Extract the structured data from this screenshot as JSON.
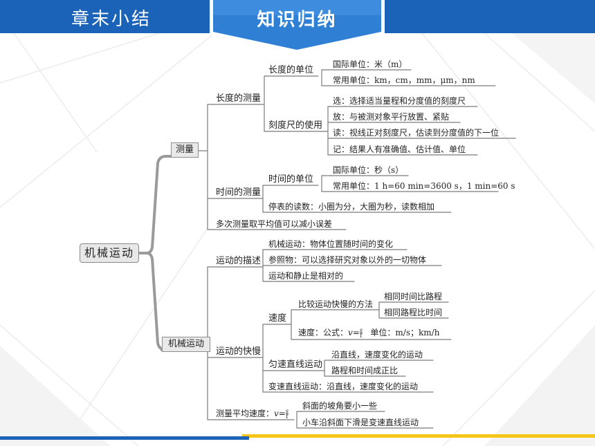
{
  "header": {
    "title": "章末小结",
    "badge": "知识归纳"
  },
  "colors": {
    "header": "#1a63b8",
    "accent": "#f5c518"
  },
  "diagram": {
    "root": "机械运动",
    "measure": {
      "label": "测量",
      "length": {
        "label": "长度的测量",
        "unit": {
          "label": "长度的单位",
          "items": [
            "国际单位：米（m）",
            "常用单位：km，cm，mm，μm，nm"
          ]
        },
        "ruler": {
          "label": "刻度尺的使用",
          "items": [
            "选：选择适当量程和分度值的刻度尺",
            "放：与被测对象平行放置、紧贴",
            "读：视线正对刻度尺，估读到分度值的下一位",
            "记：结果人有准确值、估计值、单位"
          ]
        }
      },
      "time": {
        "label": "时间的测量",
        "unit": {
          "label": "时间的单位",
          "items": [
            "国际单位：秒（s）",
            "常用单位：1 h=60 min=3600 s，1 min=60 s"
          ]
        },
        "stopwatch": "停表的读数：小圈为分，大圈为秒，读数相加"
      },
      "average": "多次测量取平均值可以减小误差"
    },
    "motion": {
      "label": "机械运动",
      "description": {
        "label": "运动的描述",
        "items": [
          "机械运动：物体位置随时间的变化",
          "参照物：可以选择研究对象以外的一切物体",
          "运动和静止是相对的"
        ]
      },
      "speed_section": {
        "label": "运动的快慢",
        "speed": {
          "label": "速度",
          "compare": {
            "label": "比较运动快慢的方法",
            "items": [
              "相同时间比路程",
              "相同路程比时间"
            ]
          },
          "formula_prefix": "速度：公式：",
          "formula_v": "v",
          "formula_eq": "=",
          "formula_num": "s",
          "formula_den": "t",
          "formula_unit": "单位：m/s；km/h"
        },
        "uniform": {
          "label": "匀速直线运动",
          "items": [
            "沿直线，速度变化的运动",
            "路程和时间成正比"
          ]
        },
        "variable": "变速直线运动：沿直线，速度变化的运动"
      },
      "measure_avg": {
        "prefix": "测量平均速度：",
        "v": "v",
        "eq": "=",
        "num": "s",
        "den": "t",
        "items": [
          "斜面的坡角要小一些",
          "小车沿斜面下滑是变速直线运动"
        ]
      }
    }
  }
}
